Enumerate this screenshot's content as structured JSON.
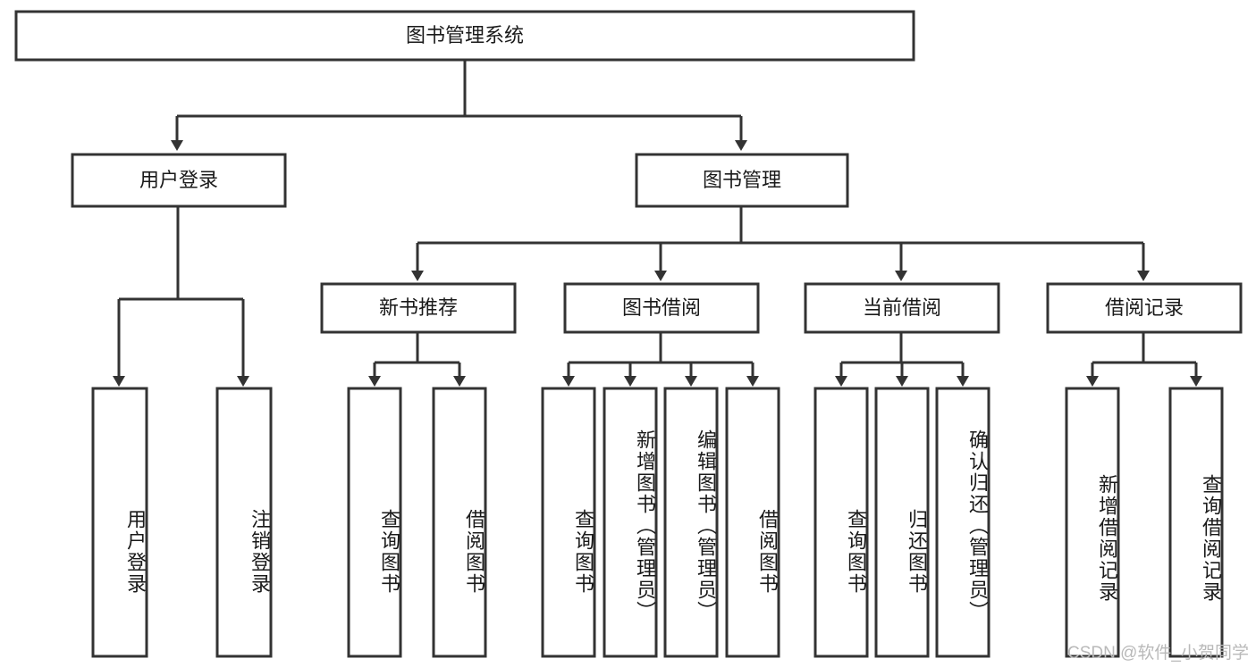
{
  "diagram": {
    "type": "tree",
    "title": "图书管理系统",
    "orientation": "top-down",
    "style": {
      "box_fill": "#ffffff",
      "box_stroke": "#333333",
      "connector_color": "#333333",
      "text_color": "#1a1a1a",
      "background": "#ffffff",
      "watermark_color": "#b9b9b9"
    },
    "root": {
      "label": "图书管理系统"
    },
    "level2": [
      {
        "label": "用户登录"
      },
      {
        "label": "图书管理"
      }
    ],
    "level3": [
      {
        "label": "新书推荐"
      },
      {
        "label": "图书借阅"
      },
      {
        "label": "当前借阅"
      },
      {
        "label": "借阅记录"
      }
    ],
    "leaves": {
      "user_login": [
        {
          "label": "用户登录"
        },
        {
          "label": "注销登录"
        }
      ],
      "new_book_recommend": [
        {
          "label": "查询图书"
        },
        {
          "label": "借阅图书"
        }
      ],
      "book_borrow": [
        {
          "label": "查询图书"
        },
        {
          "label": "新增图书（管理员）"
        },
        {
          "label": "编辑图书（管理员）"
        },
        {
          "label": "借阅图书"
        }
      ],
      "current_borrow": [
        {
          "label": "查询图书"
        },
        {
          "label": "归还图书"
        },
        {
          "label": "确认归还（管理员）"
        }
      ],
      "borrow_record": [
        {
          "label": "新增借阅记录"
        },
        {
          "label": "查询借阅记录"
        }
      ]
    }
  },
  "watermark": {
    "text": "CSDN @软件_小贺同学"
  }
}
